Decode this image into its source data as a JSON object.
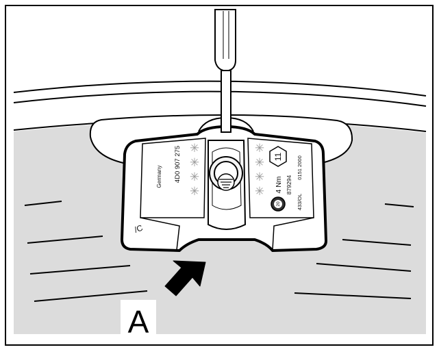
{
  "figure": {
    "callout_label": "A",
    "sensor_text": {
      "origin": "Germany",
      "part_number": "4D0 907 275",
      "torque": "4 Nm",
      "torque_badge": "11",
      "serial": "879294",
      "date_code": "0151 2000",
      "model_code": "433/OL",
      "round_badge": "20",
      "corner_mark": "/C"
    }
  },
  "colors": {
    "background": "#ffffff",
    "tire_fill": "#dcdcdc",
    "sensor_fill": "#ffffff",
    "outline": "#000000",
    "star_marks": "#9a9a9a"
  }
}
